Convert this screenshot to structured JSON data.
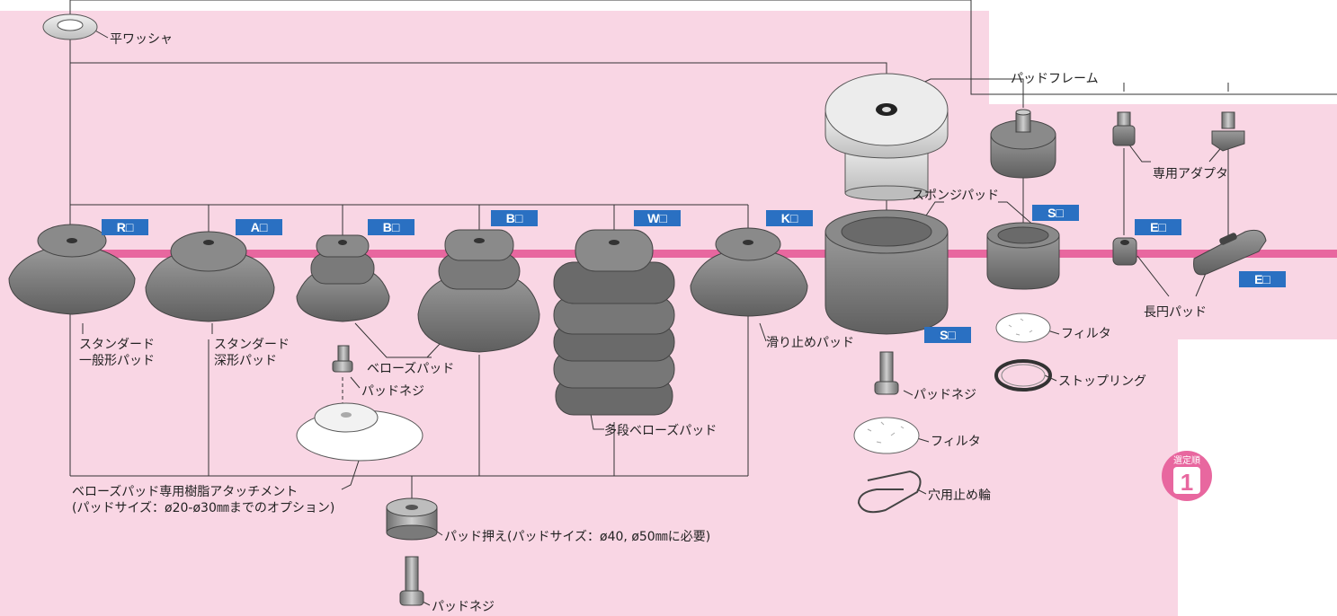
{
  "colors": {
    "background_pink": "#f9d6e4",
    "mount_line": "#e8679f",
    "badge_blue": "#2a70c2",
    "part_gray": "#7f7f7f",
    "step_badge": "#e8679f"
  },
  "labels": {
    "flat_washer": "平ワッシャ",
    "standard_general_l1": "スタンダード",
    "standard_general_l2": "一般形パッド",
    "standard_deep_l1": "スタンダード",
    "standard_deep_l2": "深形パッド",
    "bellows_pad": "ベローズパッド",
    "pad_screw_bellows": "パッドネジ",
    "bellows_attachment_l1": "ベローズパッド専用樹脂アタッチメント",
    "bellows_attachment_l2": "(パッドサイズ：ø20-ø30㎜までのオプション)",
    "multistage_bellows": "多段ベローズパッド",
    "pad_holder": "パッド押え(パッドサイズ：ø40, ø50㎜に必要)",
    "pad_screw_bottom": "パッドネジ",
    "nonslip_pad": "滑り止めパッド",
    "pad_frame": "パッドフレーム",
    "sponge_pad": "スポンジパッド",
    "pad_screw_sponge": "パッドネジ",
    "filter_center": "フィルタ",
    "circlip": "穴用止め輪",
    "filter_right": "フィルタ",
    "stop_ring": "ストップリング",
    "dedicated_adapter": "専用アダプタ",
    "oval_pad": "長円パッド"
  },
  "badges": {
    "r": "R□",
    "a": "A□",
    "b1": "B□",
    "b2": "B□",
    "w": "W□",
    "k": "K□",
    "s_top": "S□",
    "s_bottom": "S□",
    "e_top": "E□",
    "e_bottom": "E□"
  },
  "step": {
    "title": "選定順",
    "number": "1"
  }
}
